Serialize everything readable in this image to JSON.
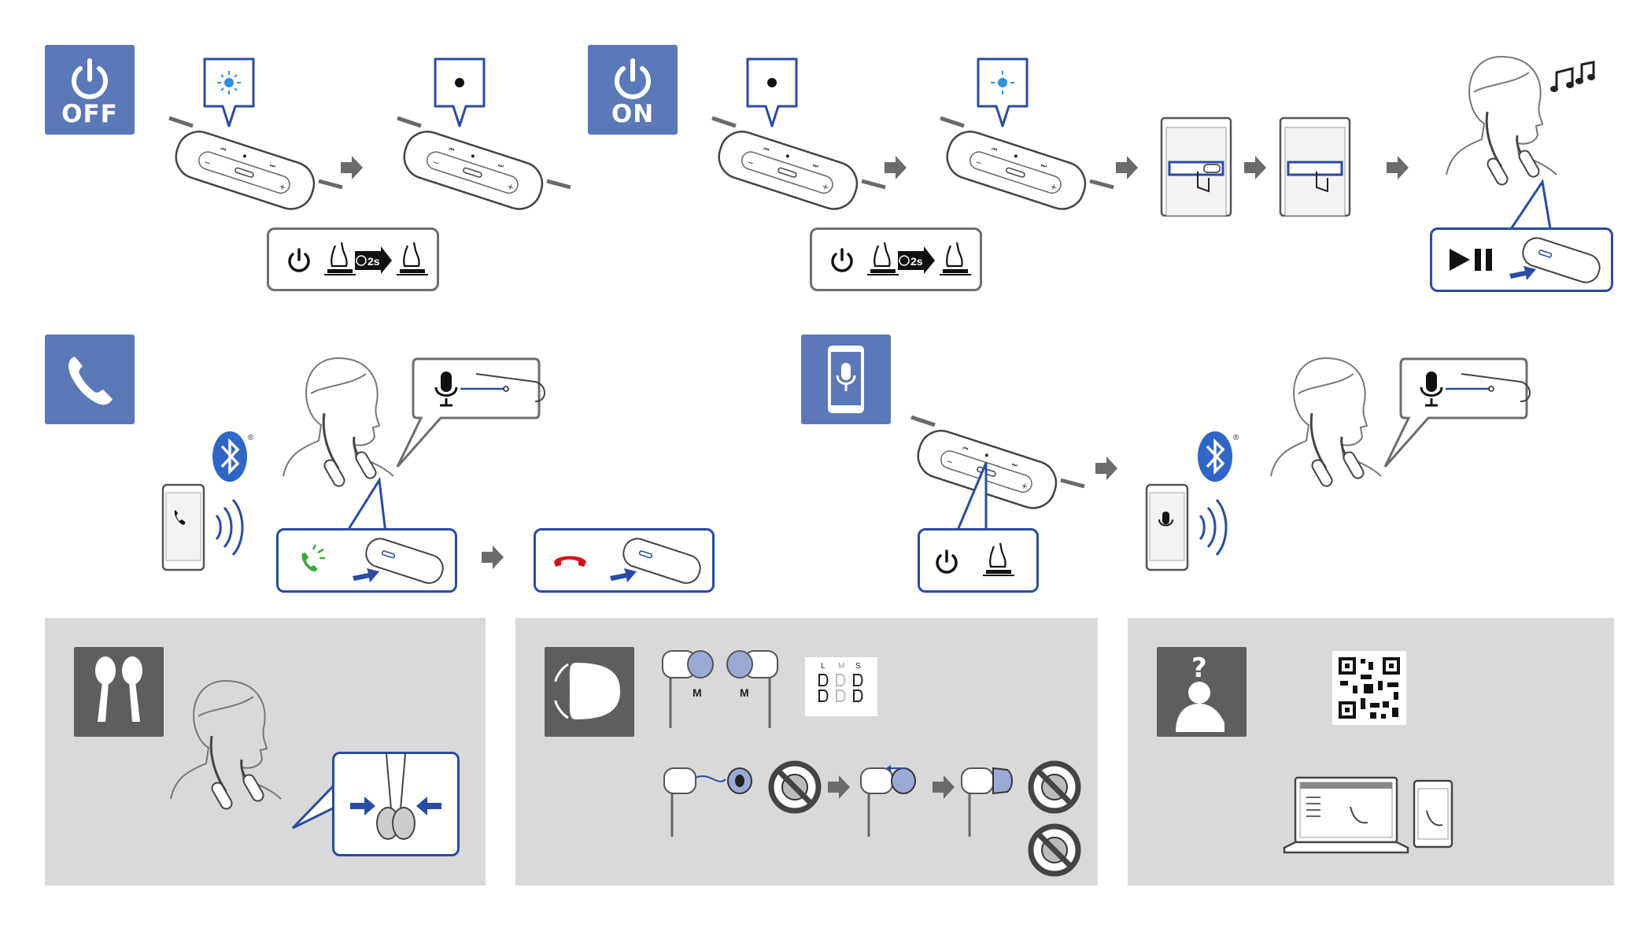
{
  "tiles": {
    "power_off_label": "OFF",
    "power_on_label": "ON"
  },
  "timing": {
    "hold_label_off": "2s",
    "hold_label_on": "2s"
  },
  "eartip_sizes": {
    "size_left": "M",
    "size_right": "M",
    "chart_headers": [
      "L",
      "M",
      "S"
    ]
  },
  "help": {
    "question_mark": "?"
  },
  "colors": {
    "tile_blue": "#5b78b8",
    "callout_blue": "#2b4aa3",
    "panel_gray": "#d9d9d9",
    "tile_gray": "#5e5e5e",
    "answer_green": "#3aa935",
    "hangup_red": "#d0121b",
    "led_blue": "#2f8fe0"
  },
  "icons": [
    "power-icon",
    "hand-press-icon",
    "timer-icon",
    "arrow-icon",
    "play-pause-icon",
    "phone-icon",
    "bluetooth-icon",
    "microphone-icon",
    "answer-call-icon",
    "end-call-icon",
    "earbuds-icon",
    "eartip-icon",
    "help-person-icon",
    "qr-code-icon",
    "laptop-icon",
    "smartphone-icon",
    "music-notes-icon",
    "prohibited-icon"
  ]
}
